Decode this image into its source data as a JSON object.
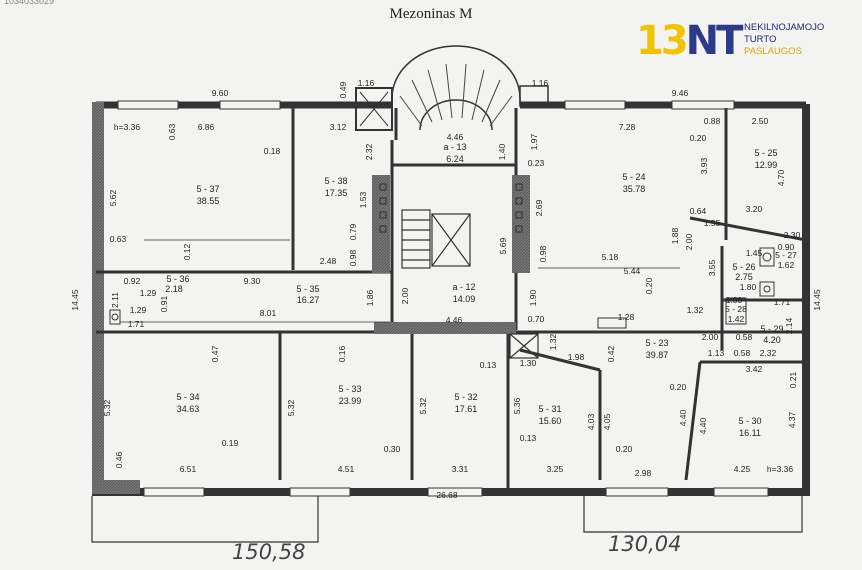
{
  "header": {
    "title": "Mezoninas M",
    "corner_note": "1034033029"
  },
  "logo": {
    "mark_a": "13",
    "mark_b": "NT",
    "line1": "NEKILNOJAMOJO",
    "line2": "TURTO",
    "line3": "PASLAUGOS",
    "accent_color": "#f2c200",
    "brand_color": "#2c3a8c"
  },
  "rooms": [
    {
      "id": "5 - 37",
      "area": "38.55"
    },
    {
      "id": "5 - 38",
      "area": "17.35"
    },
    {
      "id": "a - 13",
      "area": "6.24"
    },
    {
      "id": "5 - 24",
      "area": "35.78"
    },
    {
      "id": "5 - 25",
      "area": "12.99"
    },
    {
      "id": "5 - 36",
      "area": "2.18"
    },
    {
      "id": "5 - 35",
      "area": "16.27"
    },
    {
      "id": "a - 12",
      "area": "14.09"
    },
    {
      "id": "5 - 26",
      "area": "2.75"
    },
    {
      "id": "5 - 27",
      "area": "1.62"
    },
    {
      "id": "5 - 28",
      "area": "1.42"
    },
    {
      "id": "5 - 29",
      "area": "4.20"
    },
    {
      "id": "5 - 34",
      "area": "34.63"
    },
    {
      "id": "5 - 33",
      "area": "23.99"
    },
    {
      "id": "5 - 32",
      "area": "17.61"
    },
    {
      "id": "5 - 31",
      "area": "15.60"
    },
    {
      "id": "5 - 23",
      "area": "39.87"
    },
    {
      "id": "5 - 30",
      "area": "16.11"
    }
  ],
  "dimensions": [
    "9.60",
    "0.49",
    "1.16",
    "1.16",
    "9.46",
    "h=3.36",
    "6.86",
    "0.63",
    "3.12",
    "2.32",
    "4.46",
    "1.97",
    "1.40",
    "7.28",
    "0.88",
    "2.50",
    "0.18",
    "0.20",
    "3.93",
    "4.70",
    "0.23",
    "5.62",
    "1.53",
    "0.79",
    "0.98",
    "2.69",
    "3.20",
    "0.64",
    "1.55",
    "2.30",
    "0.63",
    "0.12",
    "2.48",
    "5.69",
    "0.98",
    "1.88",
    "2.00",
    "1.45",
    "0.90",
    "5.18",
    "5.44",
    "3.55",
    "1.80",
    "9.30",
    "0.92",
    "1.29",
    "2.11",
    "0.91",
    "1.29",
    "1.71",
    "1.86",
    "2.00",
    "1.90",
    "0.20",
    "1.00",
    "1.71",
    "1.32",
    "8.01",
    "4.46",
    "0.70",
    "1.28",
    "2.00",
    "0.58",
    "2.14",
    "1.32",
    "0.47",
    "0.16",
    "0.13",
    "1.30",
    "1.98",
    "0.42",
    "1.13",
    "0.58",
    "2.32",
    "3.42",
    "5.32",
    "5.32",
    "5.32",
    "5.36",
    "0.21",
    "0.20",
    "4.03",
    "4.05",
    "4.40",
    "4.40",
    "4.37",
    "0.19",
    "0.30",
    "0.13",
    "0.46",
    "0.20",
    "6.51",
    "4.51",
    "3.31",
    "3.25",
    "2.98",
    "4.25",
    "h=3.36",
    "26.68",
    "14.45",
    "14.45"
  ],
  "handwritten": {
    "left_total": "150,58",
    "right_total": "130,04"
  }
}
